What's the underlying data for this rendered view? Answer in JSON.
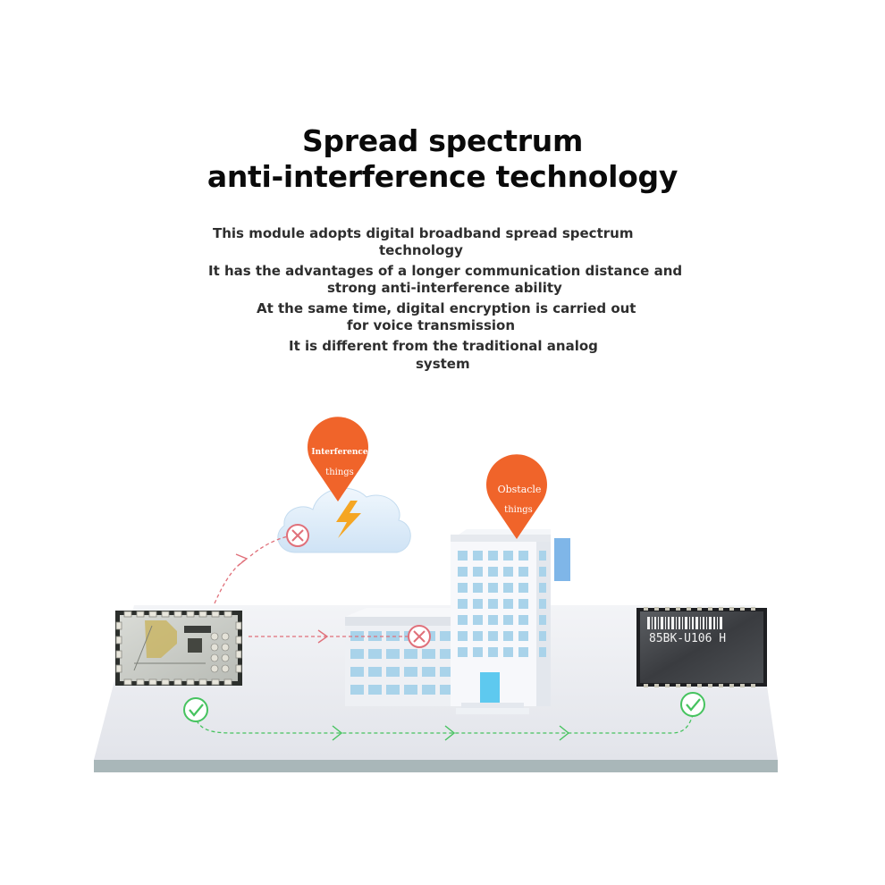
{
  "title": {
    "line1": "Spread spectrum",
    "line2": "anti-interference technology"
  },
  "description": [
    "This module adopts digital broadband spread spectrum",
    "technology",
    "It has the advantages of a longer communication distance and",
    "strong anti-interference ability",
    "At the same time, digital encryption is carried out",
    "for voice transmission",
    "It is different from the traditional analog",
    "system"
  ],
  "pins": {
    "interference": {
      "line1": "Interference",
      "line2": "things"
    },
    "obstacle": {
      "line1": "Obstacle",
      "line2": "things"
    }
  },
  "receiver_module": {
    "label": "85BK-U106 H"
  },
  "icons": {
    "cloud": "cloud-icon",
    "lightning": "lightning-icon",
    "building": "building-icon",
    "blocked": "x-circle-icon",
    "success": "check-circle-icon"
  },
  "colors": {
    "pin": "#f0642a",
    "blocked_path": "#e0707a",
    "success_path": "#46c35f",
    "cloud": "#dcebf8",
    "building_window": "#a9d3ea",
    "platform": "#e9eaef",
    "lightning": "#f5a623"
  }
}
